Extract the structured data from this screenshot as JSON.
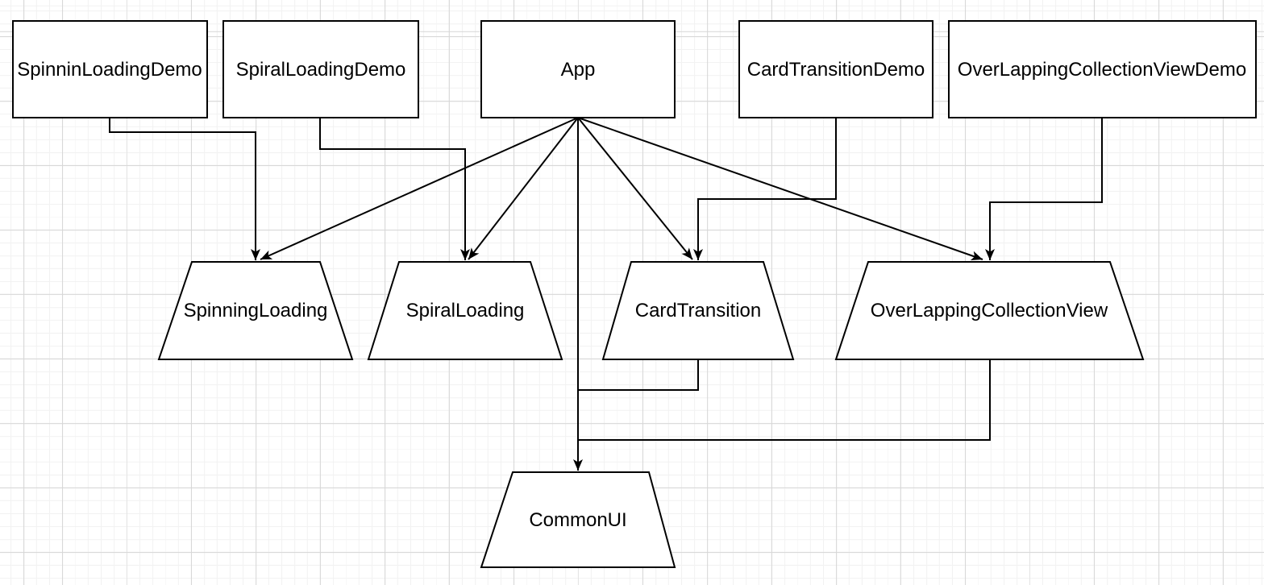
{
  "canvas": {
    "background": "#ffffff",
    "grid_minor_color": "#f2f2f2",
    "grid_major_color": "#d7d7d7"
  },
  "style": {
    "node_fill": "#ffffff",
    "node_stroke": "#000000",
    "edge_color": "#000000",
    "text_color": "#000000"
  },
  "nodes": [
    {
      "id": "SpinninLoadingDemo",
      "label": "SpinninLoadingDemo",
      "shape": "rectangle"
    },
    {
      "id": "SpiralLoadingDemo",
      "label": "SpiralLoadingDemo",
      "shape": "rectangle"
    },
    {
      "id": "App",
      "label": "App",
      "shape": "rectangle"
    },
    {
      "id": "CardTransitionDemo",
      "label": "CardTransitionDemo",
      "shape": "rectangle"
    },
    {
      "id": "OverLappingCollectionViewDemo",
      "label": "OverLappingCollectionViewDemo",
      "shape": "rectangle"
    },
    {
      "id": "SpinningLoading",
      "label": "SpinningLoading",
      "shape": "trapezoid"
    },
    {
      "id": "SpiralLoading",
      "label": "SpiralLoading",
      "shape": "trapezoid"
    },
    {
      "id": "CardTransition",
      "label": "CardTransition",
      "shape": "trapezoid"
    },
    {
      "id": "OverLappingCollectionView",
      "label": "OverLappingCollectionView",
      "shape": "trapezoid"
    },
    {
      "id": "CommonUI",
      "label": "CommonUI",
      "shape": "trapezoid"
    }
  ],
  "edges": [
    {
      "from": "SpinninLoadingDemo",
      "to": "SpinningLoading",
      "style": "orthogonal-arrow"
    },
    {
      "from": "SpiralLoadingDemo",
      "to": "SpiralLoading",
      "style": "orthogonal-arrow"
    },
    {
      "from": "App",
      "to": "SpinningLoading",
      "style": "straight-arrow"
    },
    {
      "from": "App",
      "to": "SpiralLoading",
      "style": "straight-arrow"
    },
    {
      "from": "App",
      "to": "CardTransition",
      "style": "straight-arrow"
    },
    {
      "from": "App",
      "to": "OverLappingCollectionView",
      "style": "straight-arrow"
    },
    {
      "from": "App",
      "to": "CommonUI",
      "style": "straight-arrow"
    },
    {
      "from": "CardTransitionDemo",
      "to": "CardTransition",
      "style": "orthogonal-arrow"
    },
    {
      "from": "OverLappingCollectionViewDemo",
      "to": "OverLappingCollectionView",
      "style": "orthogonal-arrow"
    },
    {
      "from": "CardTransition",
      "to": "CommonUI",
      "style": "orthogonal-merge"
    },
    {
      "from": "OverLappingCollectionView",
      "to": "CommonUI",
      "style": "orthogonal-merge"
    }
  ]
}
